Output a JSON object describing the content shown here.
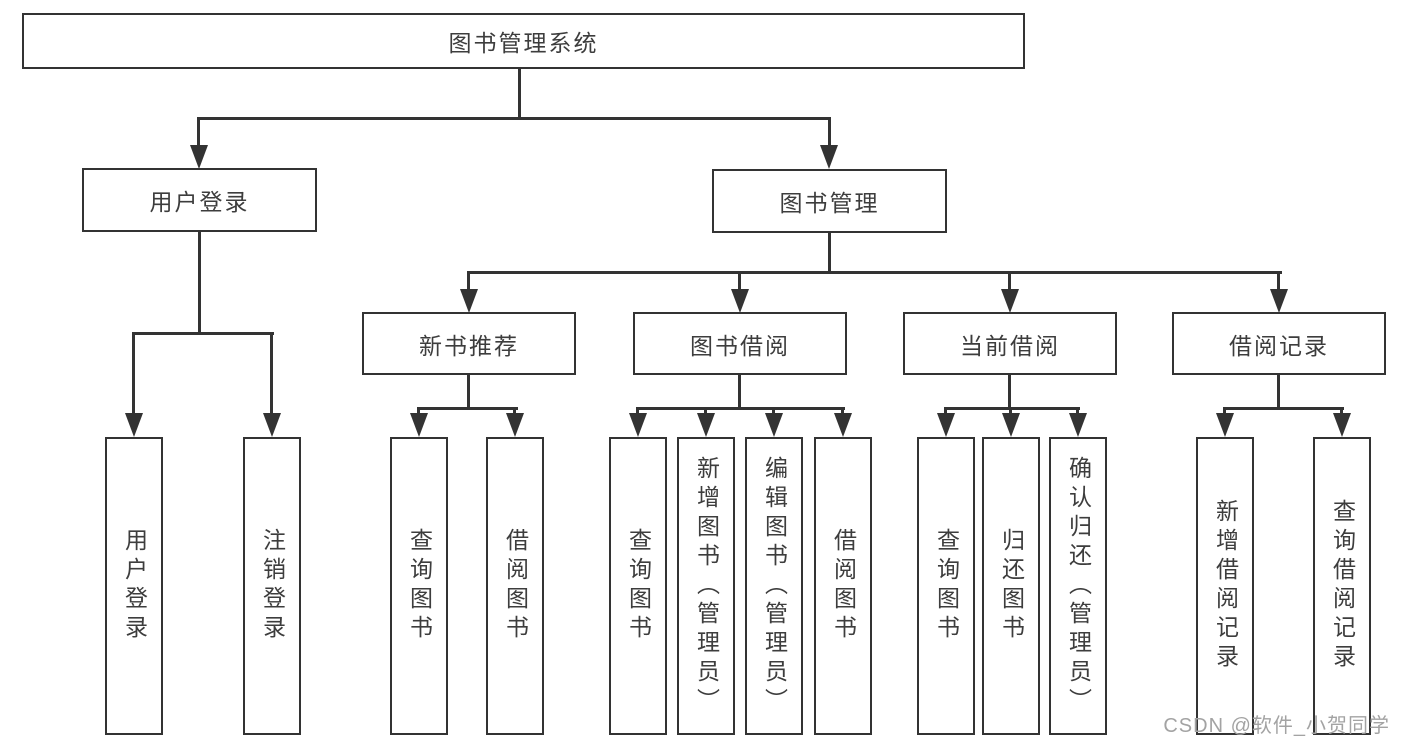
{
  "colors": {
    "line": "#333333",
    "box_border": "#333333",
    "text": "#3d3d3d",
    "background": "#ffffff",
    "watermark": "#a3a3a3"
  },
  "watermark": {
    "text": "CSDN @软件_小贺同学"
  },
  "tree": {
    "root": {
      "label": "图书管理系统"
    },
    "branches": [
      {
        "label": "用户登录",
        "children": [
          {
            "label": "用户登录"
          },
          {
            "label": "注销登录"
          }
        ]
      },
      {
        "label": "图书管理",
        "children": [
          {
            "label": "新书推荐",
            "children": [
              {
                "label": "查询图书"
              },
              {
                "label": "借阅图书"
              }
            ]
          },
          {
            "label": "图书借阅",
            "children": [
              {
                "label": "查询图书"
              },
              {
                "label": "新增图书（管理员）"
              },
              {
                "label": "编辑图书（管理员）"
              },
              {
                "label": "借阅图书"
              }
            ]
          },
          {
            "label": "当前借阅",
            "children": [
              {
                "label": "查询图书"
              },
              {
                "label": "归还图书"
              },
              {
                "label": "确认归还（管理员）"
              }
            ]
          },
          {
            "label": "借阅记录",
            "children": [
              {
                "label": "新增借阅记录"
              },
              {
                "label": "查询借阅记录"
              }
            ]
          }
        ]
      }
    ]
  }
}
